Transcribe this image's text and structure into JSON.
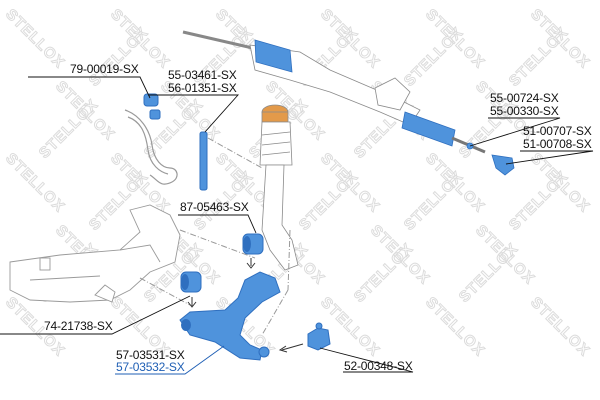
{
  "watermark": "STELLOX",
  "colors": {
    "part_fill": "#4f93dc",
    "part_dark": "#2f6fbf",
    "spring_fill": "#e39a4a",
    "outline": "#7a7a7a",
    "link": "#1f5fb5"
  },
  "parts": [
    {
      "id": "stabilizer-bushing",
      "numbers": [
        "79-00019-SX"
      ]
    },
    {
      "id": "stabilizer-link",
      "numbers": [
        "55-03461-SX",
        "56-01351-SX"
      ]
    },
    {
      "id": "tie-rod",
      "numbers": [
        "55-00724-SX",
        "55-00330-SX"
      ]
    },
    {
      "id": "tie-rod-end",
      "numbers": [
        "51-00707-SX",
        "51-00708-SX"
      ]
    },
    {
      "id": "control-arm-bushing-rear",
      "numbers": [
        "87-05463-SX"
      ]
    },
    {
      "id": "control-arm-bushing-front",
      "numbers": [
        "74-21738-SX"
      ]
    },
    {
      "id": "control-arm",
      "numbers": [
        "57-03531-SX",
        "57-03532-SX"
      ]
    },
    {
      "id": "ball-joint",
      "numbers": [
        "52-00348-SX"
      ]
    }
  ]
}
